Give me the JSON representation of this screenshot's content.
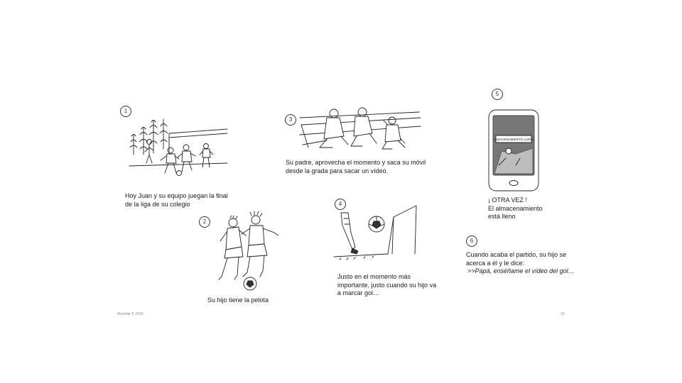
{
  "panels": {
    "p1": {
      "number": "1",
      "caption": [
        "Hoy Juan y su equipo juegan la final",
        "de la liga de su colegio"
      ]
    },
    "p2": {
      "number": "2",
      "caption": [
        "Su hijo tiene la pelota"
      ]
    },
    "p3": {
      "number": "3",
      "caption": [
        "Su padre, aprovecha el momento y saca su móvil",
        "desde la grada para sacar un vídeo."
      ]
    },
    "p4": {
      "number": "4",
      "caption": [
        "Justo en el momento más",
        "importante, justo cuando su hijo va",
        "a marcar gol…"
      ]
    },
    "p5": {
      "number": "5",
      "caption": [
        "¡ OTRA VEZ !",
        "El almacenamiento",
        "está lleno"
      ],
      "phone_alert": "ALMACENAMIENTO LLENO"
    },
    "p6": {
      "number": "6",
      "caption": [
        "Cuando acaba el partido, su hijo se",
        "acerca a él y le dice:"
      ],
      "quote": ">>Papá, enséñame el vídeo del gol…"
    }
  },
  "footer": {
    "left": "Movistar © 2016",
    "right": "10"
  },
  "icons": [
    "trees-sketch",
    "soccer-ball",
    "phone-home-button"
  ]
}
